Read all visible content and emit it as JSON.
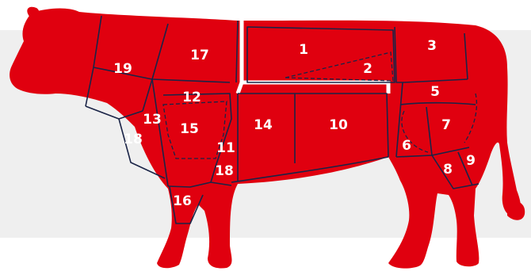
{
  "colors": {
    "background": "#ffffff",
    "band": "#efefef",
    "cow": "#e0000f",
    "seam": "#1a2447",
    "label": "#ffffff"
  },
  "cuts": [
    {
      "id": "1",
      "label": "1"
    },
    {
      "id": "2",
      "label": "2"
    },
    {
      "id": "3",
      "label": "3"
    },
    {
      "id": "5",
      "label": "5"
    },
    {
      "id": "6",
      "label": "6"
    },
    {
      "id": "7",
      "label": "7"
    },
    {
      "id": "8",
      "label": "8"
    },
    {
      "id": "9",
      "label": "9"
    },
    {
      "id": "10",
      "label": "10"
    },
    {
      "id": "11",
      "label": "11"
    },
    {
      "id": "12",
      "label": "12"
    },
    {
      "id": "13",
      "label": "13"
    },
    {
      "id": "14",
      "label": "14"
    },
    {
      "id": "15",
      "label": "15"
    },
    {
      "id": "16",
      "label": "16"
    },
    {
      "id": "17",
      "label": "17"
    },
    {
      "id": "18a",
      "label": "18"
    },
    {
      "id": "18b",
      "label": "18"
    },
    {
      "id": "19",
      "label": "19"
    }
  ]
}
